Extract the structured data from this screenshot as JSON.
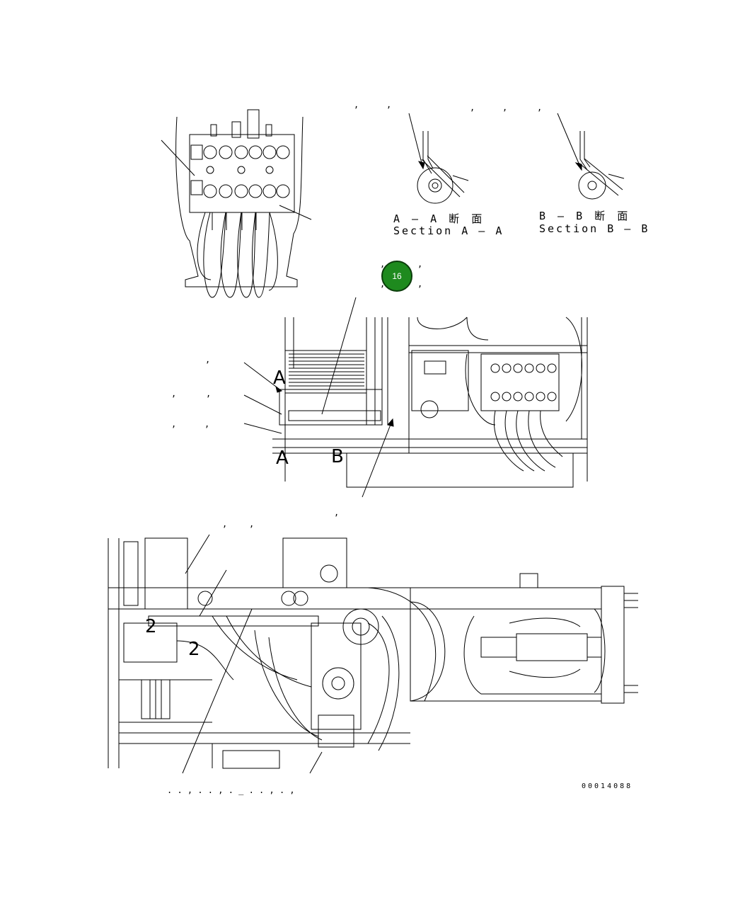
{
  "diagram": {
    "section_aa_title": "A – A 断 面",
    "section_aa_caption": "Section A – A",
    "section_bb_title": "B – B 断 面",
    "section_bb_caption": "Section B – B",
    "mark_a_top": "A",
    "mark_a_bottom": "A",
    "mark_b_bottom": "B",
    "mark_2_top": "2",
    "mark_2_lower": "2",
    "callout_badge": "16",
    "drawing_number": "00014088"
  },
  "colors": {
    "line": "#000000",
    "background": "#ffffff",
    "badge_fill": "#1e8a1e",
    "badge_ring": "#0b3d0b"
  }
}
